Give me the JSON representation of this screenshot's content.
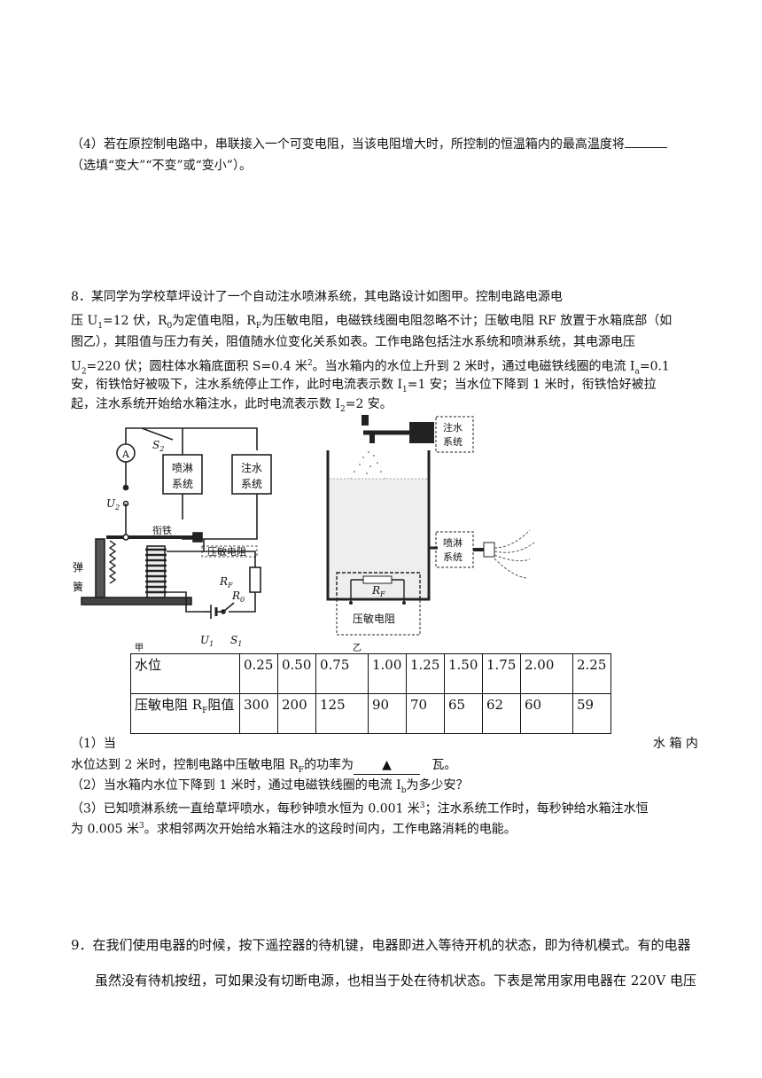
{
  "q4": {
    "line1": "（4）若在原控制电路中，串联接入一个可变电阻，当该电阻增大时，所控制的恒温箱内的最高温度将",
    "line2": "（选填“变大”“不变”或“变小”）。"
  },
  "q8": {
    "intro": "8．某同学为学校草坪设计了一个自动注水喷淋系统，其电路设计如图甲。控制电路电源电",
    "l2a": "压 U",
    "l2b": "=12 伏，R",
    "l2c": "为定值电阻，R",
    "l2d": "为压敏电阻，电磁铁线圈电阻忽略不计；压敏电阻 RF 放置于水箱底部（如",
    "l3": "图乙），其阻值与压力有关，阻值随水位变化关系如表。工作电路包括注水系统和喷淋系统，其电源电压",
    "l4a": "U",
    "l4b": "=220 伏；圆柱体水箱底面积 S=0.4 米",
    "l4c": "。当水箱内的水位上升到 2 米时，通过电磁铁线圈的电流 I",
    "l4d": "=0.1",
    "l5a": "安，衔铁恰好被吸下，注水系统停止工作，此时电流表示数 I",
    "l5b": "=1 安；当水位下降到 1 米时，衔铁恰好被拉",
    "l6a": "起，注水系统开始给水箱注水，此时电流表示数 I",
    "l6b": "=2 安。",
    "sub1": "1",
    "sub0": "0",
    "subF": "F",
    "sub2": "2",
    "supsq": "2",
    "suba": "a",
    "subb": "b"
  },
  "figure": {
    "ammeter": "A",
    "s2": "S",
    "s2sub": "2",
    "sprinkler1": "喷淋",
    "sprinkler2": "系统",
    "inject1": "注水",
    "inject2": "系统",
    "u2": "U",
    "u2sub": "2",
    "armature": "衔铁",
    "spring1": "弹",
    "spring2": "簧",
    "pressure_resistor": "压敏电阻",
    "rf": "R",
    "rfsub": "F",
    "r0": "R",
    "r0sub": "0",
    "u1": "U",
    "u1sub": "1",
    "s1": "S",
    "s1sub": "1",
    "jia": "甲",
    "yi": "乙",
    "tank_inject1": "注水",
    "tank_inject2": "系统",
    "tank_spr1": "喷淋",
    "tank_spr2": "系统",
    "tank_rf": "R",
    "tank_rfsub": "F",
    "tank_pr": "压敏电阻"
  },
  "table": {
    "row1_head": "水位",
    "row1": [
      "0.25",
      "0.50",
      "0.75",
      "1.00",
      "1.25",
      "1.50",
      "1.75",
      "2.00",
      "2.25"
    ],
    "row2_head": "压敏电阻 R",
    "row2_head_sub": "F",
    "row2_head_tail": "阻值",
    "row2": [
      "300",
      "200",
      "125",
      "90",
      "70",
      "65",
      "62",
      "60",
      "59"
    ]
  },
  "q8_sub": {
    "p1a": "（1）当",
    "p1b": "水 箱 内",
    "p1c": "水位达到 2 米时，控制电路中压敏电阻 R",
    "p1d": "的功率为",
    "p1tri": "▲",
    "p1e": "瓦。",
    "p2a": "（2）当水箱内水位下降到 1 米时，通过电磁铁线圈的电流 I",
    "p2b": "为多少安？",
    "p3a": "（3）已知喷淋系统一直给草坪喷水，每秒钟喷水恒为 0.001 米",
    "p3b": "；注水系统工作时，每秒钟给水箱注水恒",
    "p3c": "为 0.005 米",
    "p3d": "。求相邻两次开始给水箱注水的这段时间内，工作电路消耗的电能。",
    "sup3": "3"
  },
  "q9": {
    "l1": "9．在我们使用电器的时候，按下遥控器的待机键，电器即进入等待开机的状态，即为待机模式。有的电器",
    "l2": "虽然没有待机按纽，可如果没有切断电源，也相当于处在待机状态。下表是常用家用电器在 220V 电压"
  }
}
